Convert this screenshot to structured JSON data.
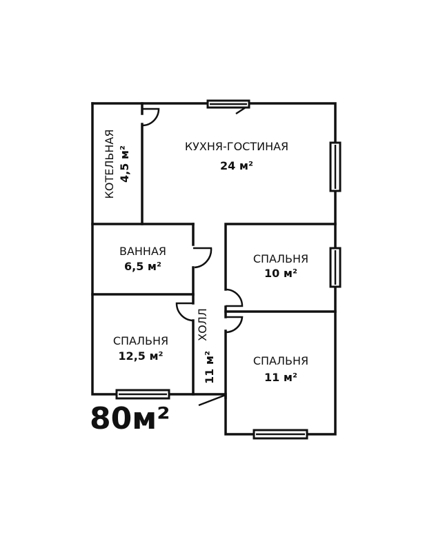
{
  "plan": {
    "total_area": "80м²",
    "rooms": [
      {
        "name": "КОТЕЛЬНАЯ",
        "area": "4,5 м²"
      },
      {
        "name": "КУХНЯ-ГОСТИНАЯ",
        "area": "24 м²"
      },
      {
        "name": "ВАННАЯ",
        "area": "6,5 м²"
      },
      {
        "name": "СПАЛЬНЯ",
        "area": "10 м²"
      },
      {
        "name": "ХОЛЛ",
        "area": "11 м²"
      },
      {
        "name": "СПАЛЬНЯ",
        "area": "12,5 м²"
      },
      {
        "name": "СПАЛЬНЯ",
        "area": "11 м²"
      }
    ]
  }
}
